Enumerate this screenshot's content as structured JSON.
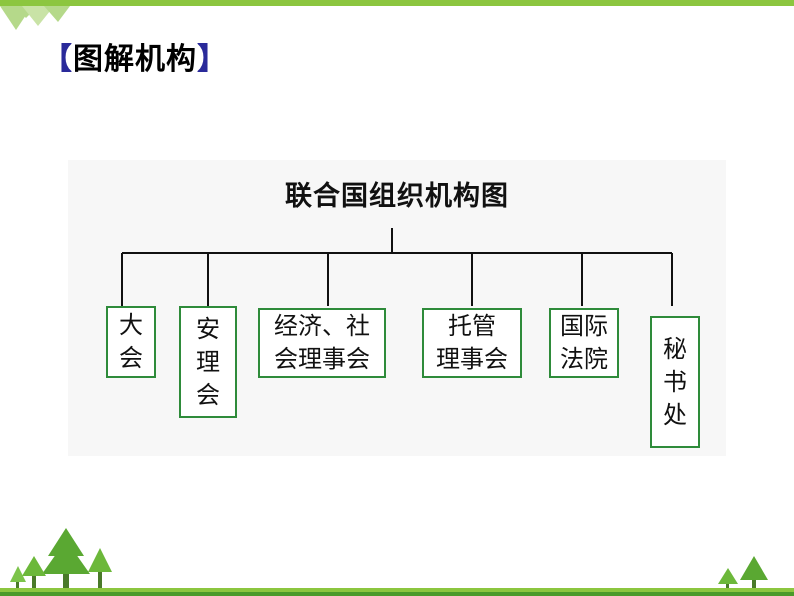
{
  "heading": {
    "open_bracket": "【",
    "text": "图解机构",
    "close_bracket": "】"
  },
  "diagram": {
    "title": "联合国组织机构图",
    "nodes": [
      {
        "id": "general-assembly",
        "label": "大\n会"
      },
      {
        "id": "security-council",
        "label": "安\n理\n会"
      },
      {
        "id": "economic-social-council",
        "label": "经济、社\n会理事会"
      },
      {
        "id": "trusteeship-council",
        "label": "托管\n理事会"
      },
      {
        "id": "international-court",
        "label": "国际\n法院"
      },
      {
        "id": "secretariat",
        "label": "秘\n书\n处"
      }
    ]
  },
  "colors": {
    "accent": "#8cc63f",
    "node_border": "#2e8b3a",
    "heading": "#1a1a8c"
  }
}
